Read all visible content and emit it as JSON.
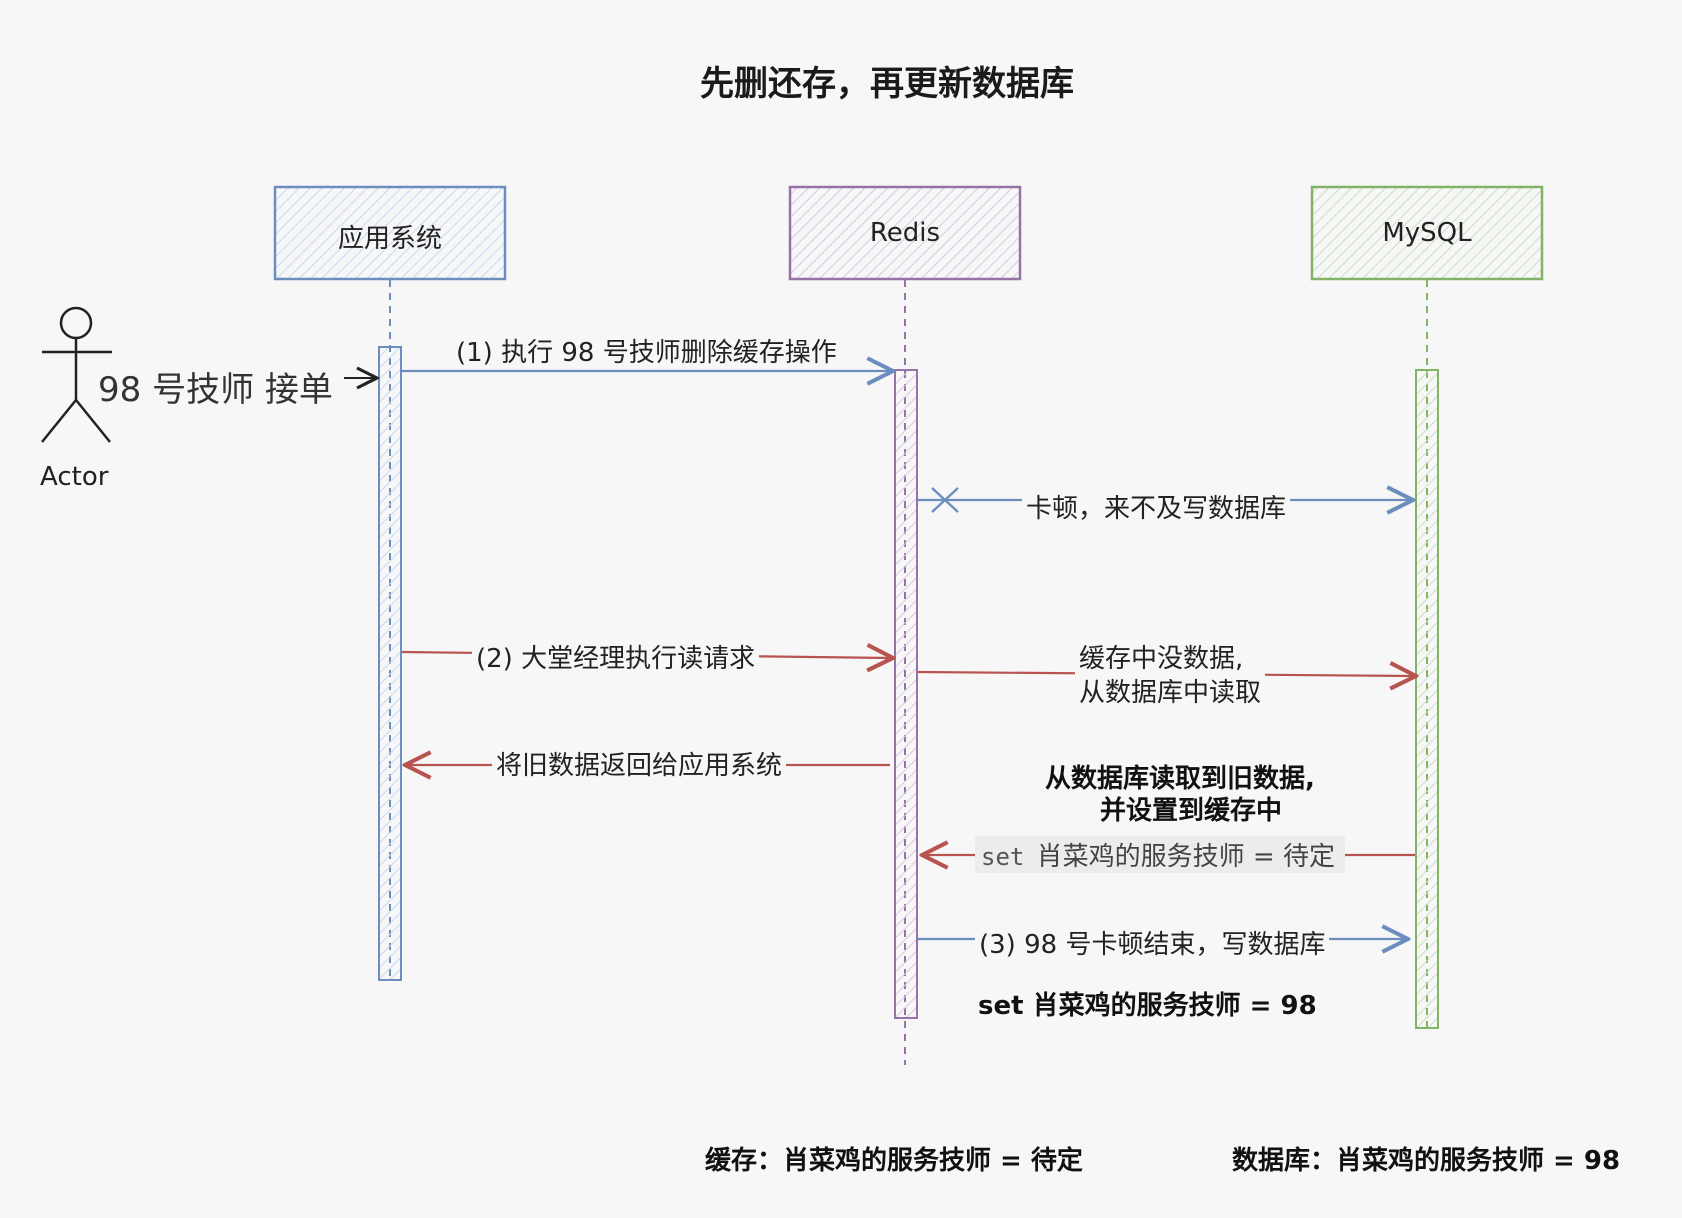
{
  "title": "先删还存，再更新数据库",
  "participants": {
    "app": {
      "label": "应用系统",
      "color": "#6c8ebf",
      "fill": "#dae8fc"
    },
    "redis": {
      "label": "Redis",
      "color": "#9673a6",
      "fill": "#e1d5e7"
    },
    "mysql": {
      "label": "MySQL",
      "color": "#82b366",
      "fill": "#d5e8d4"
    }
  },
  "actor": {
    "name": "Actor",
    "text": "98 号技师 接单"
  },
  "messages": {
    "m1": "(1) 执行 98 号技师删除缓存操作",
    "m_stall": "卡顿，来不及写数据库",
    "m2": "(2) 大堂经理执行读请求",
    "m_miss_1": "缓存中没数据,",
    "m_miss_2": "从数据库中读取",
    "m_return": "将旧数据返回给应用系统",
    "m_read_old_1": "从数据库读取到旧数据,",
    "m_read_old_2": "并设置到缓存中",
    "m_set_cache_cmd": "set",
    "m_set_cache_rest": " 肖菜鸡的服务技师 = 待定",
    "m3": "(3) 98 号卡顿结束，写数据库",
    "m_set_db": "set 肖菜鸡的服务技师 = 98"
  },
  "footer": {
    "cache": "缓存：肖菜鸡的服务技师 = 待定",
    "db": "数据库：肖菜鸡的服务技师 = 98"
  },
  "colors": {
    "blue_arrow": "#6c8ebf",
    "red_arrow": "#b85450"
  }
}
